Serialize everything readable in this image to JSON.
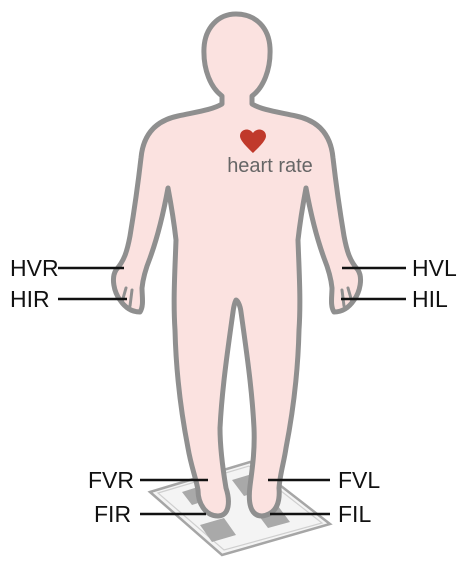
{
  "figure": {
    "heart_label": "heart rate",
    "electrodes": {
      "hand_voltage_right": "HVR",
      "hand_current_right": "HIR",
      "hand_voltage_left": "HVL",
      "hand_current_left": "HIL",
      "foot_voltage_right": "FVR",
      "foot_current_right": "FIR",
      "foot_voltage_left": "FVL",
      "foot_current_left": "FIL"
    },
    "colors": {
      "body_fill": "#fbe2e0",
      "body_outline": "#8f8f8f",
      "heart": "#c0392b",
      "scale_pad": "#a9a9a9",
      "lead_line": "#111111"
    }
  }
}
